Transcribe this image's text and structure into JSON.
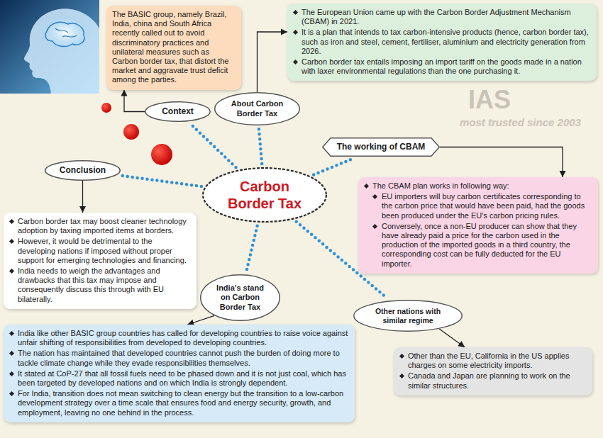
{
  "diagram": {
    "nodes": [
      {
        "text": [
          "Carbon Border Tax"
        ]
      },
      {
        "text": [
          "Context"
        ]
      },
      {
        "text": [
          "The BASIC group, namely Brazil, India, china and South Africa recently called out to avoid discriminatory practices and unilateral measures such as Carbon border tax, that distort the market and aggravate trust deficit among the parties."
        ]
      },
      {
        "text": [
          "About Carbon Border Tax"
        ]
      },
      {
        "text": [
          "The European Union came up with the Carbon Border Adjustment Mechanism (CBAM) in 2021.",
          "It is a plan that intends to tax carbon-intensive products (hence, carbon border tax), such as iron and steel, cement, fertiliser, aluminium and electricity generation from 2026.",
          "Carbon border tax entails imposing an import tariff on the goods made in a nation with laxer environmental regulations than the one purchasing it."
        ]
      },
      {
        "text": [
          "The working of CBAM"
        ]
      },
      {
        "text": [
          "The CBAM plan works in following way:",
          "EU importers will buy carbon certificates corresponding to the carbon price that would have been paid, had the goods been produced under the EU's carbon pricing rules.",
          "Conversely, once a non-EU producer can show that they have already paid a price for the carbon used in the production of the imported goods in a third country, the corresponding cost can be fully deducted for the EU importer."
        ]
      },
      {
        "text": [
          "Conclusion"
        ]
      },
      {
        "text": [
          "Carbon border tax may boost cleaner technology adoption by taxing imported items at borders.",
          "However, it would be detrimental to the developing nations if imposed without proper support for emerging technologies and financing.",
          "India needs to weigh the advantages and drawbacks that this tax may impose and consequently discuss this through with EU bilaterally."
        ]
      },
      {
        "text": [
          "India's stand on Carbon Border Tax"
        ]
      },
      {
        "text": [
          "India like other BASIC group countries has called for developing countries to raise voice against unfair shifting of responsibilities from developed to developing countries.",
          "The nation has maintained that developed countries cannot push the burden of doing more to tackle climate change while they evade responsibilities themselves.",
          "It stated at CoP-27 that all fossil fuels need to be phased down and it is not just coal, which has been targeted by developed nations and on which India is strongly dependent.",
          "For India, transition does not mean switching to clean energy but the transition to a low-carbon development strategy over a time scale that ensures food and energy security, growth, and employment, leaving no one behind in the process."
        ]
      },
      {
        "text": [
          "Other nations with similar regime"
        ]
      },
      {
        "text": [
          "Other than the EU, California in the US applies charges on some electricity imports.",
          "Canada and Japan are planning to work on the similar structures."
        ]
      }
    ],
    "edges": [
      {
        "from": 0,
        "to": 1,
        "arrow": "none"
      },
      {
        "from": 1,
        "to": 2,
        "arrow": "to"
      },
      {
        "from": 0,
        "to": 3,
        "arrow": "none"
      },
      {
        "from": 3,
        "to": 4,
        "arrow": "to"
      },
      {
        "from": 0,
        "to": 5,
        "arrow": "none"
      },
      {
        "from": 5,
        "to": 6,
        "arrow": "to"
      },
      {
        "from": 0,
        "to": 7,
        "arrow": "none"
      },
      {
        "from": 7,
        "to": 8,
        "arrow": "to"
      },
      {
        "from": 0,
        "to": 9,
        "arrow": "none"
      },
      {
        "from": 9,
        "to": 10,
        "arrow": "to"
      },
      {
        "from": 0,
        "to": 11,
        "arrow": "none"
      },
      {
        "from": 11,
        "to": 12,
        "arrow": "to"
      }
    ],
    "labels": [
      "IAS",
      "most trusted since 2003"
    ]
  }
}
